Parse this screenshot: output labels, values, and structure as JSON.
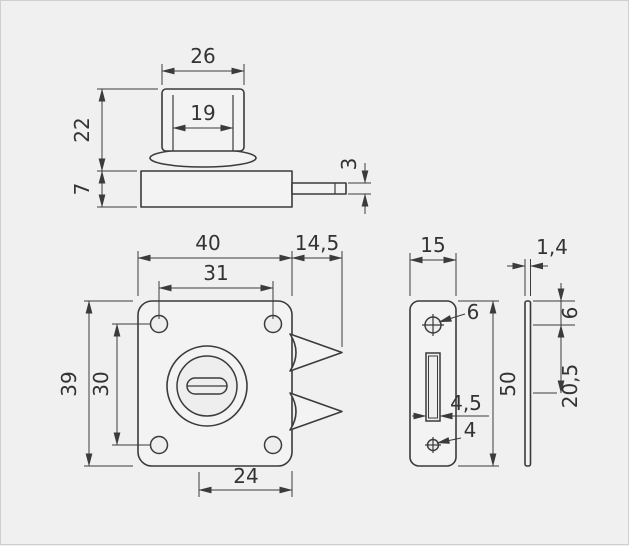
{
  "drawing": {
    "colors": {
      "background": "#f0f0f0",
      "line": "#3b3b3b",
      "text": "#333333"
    },
    "side_view": {
      "knob_width": "26",
      "stem_width": "19",
      "knob_height": "22",
      "body_height": "7",
      "bolt_thickness": "3"
    },
    "front_view": {
      "body_width": "40",
      "bolt_length": "14,5",
      "hole_spacing_horizontal": "31",
      "body_height": "39",
      "hole_spacing_vertical": "30",
      "bottom_dimension": "24"
    },
    "plate_front_view": {
      "width": "15",
      "top_hole_diameter": "6",
      "height": "50",
      "slot_width": "4,5",
      "bottom_hole_diameter": "4"
    },
    "plate_edge_view": {
      "thickness": "1,4",
      "top_hole_offset": "6",
      "slot_offset": "20,5"
    }
  }
}
